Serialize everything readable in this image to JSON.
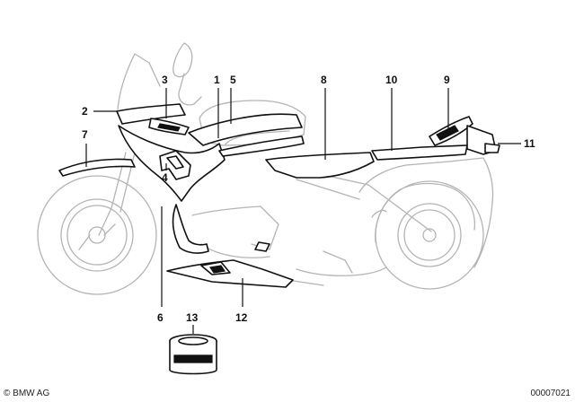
{
  "callouts": {
    "c1": "1",
    "c2": "2",
    "c3": "3",
    "c4": "4",
    "c5": "5",
    "c6": "6",
    "c7": "7",
    "c8": "8",
    "c9": "9",
    "c10": "10",
    "c11": "11",
    "c12": "12",
    "c13": "13"
  },
  "footer": {
    "copyright": "© BMW AG",
    "drawing_number": "00007021"
  },
  "colors": {
    "ghost_outline": "#b4b4b4",
    "part_outline": "#111111",
    "background": "#ffffff"
  }
}
